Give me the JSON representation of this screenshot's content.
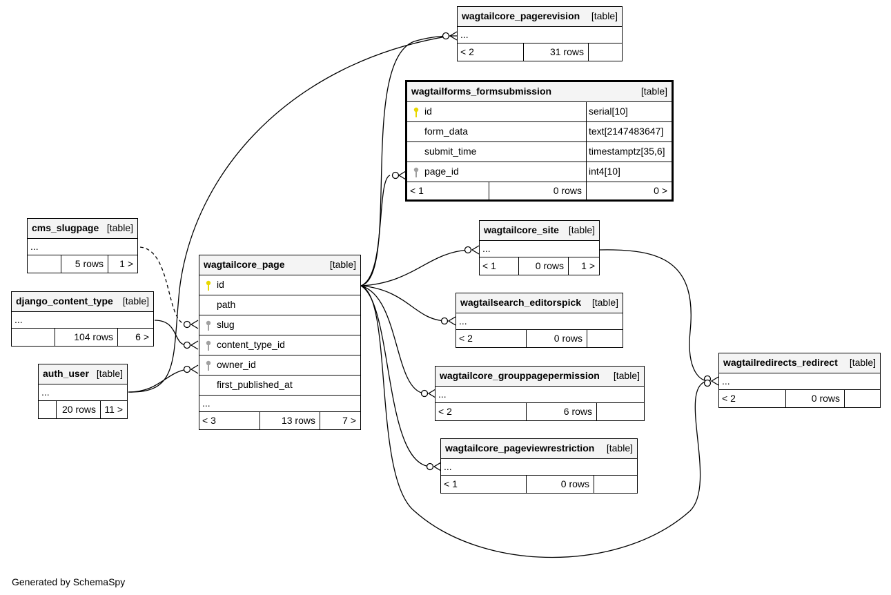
{
  "footer": "Generated by SchemaSpy",
  "tables": {
    "pagerevision": {
      "name": "wagtailcore_pagerevision",
      "kind": "[table]",
      "ellipsis": "...",
      "stats": [
        "< 2",
        "31 rows",
        ""
      ]
    },
    "formsubmission": {
      "name": "wagtailforms_formsubmission",
      "kind": "[table]",
      "columns": [
        {
          "name": "id",
          "type": "serial[10]",
          "key": "primary"
        },
        {
          "name": "form_data",
          "type": "text[2147483647]",
          "key": ""
        },
        {
          "name": "submit_time",
          "type": "timestamptz[35,6]",
          "key": ""
        },
        {
          "name": "page_id",
          "type": "int4[10]",
          "key": "foreign"
        }
      ],
      "stats": [
        "< 1",
        "0 rows",
        "0 >"
      ]
    },
    "slugpage": {
      "name": "cms_slugpage",
      "kind": "[table]",
      "ellipsis": "...",
      "stats": [
        "",
        "5 rows",
        "1 >"
      ]
    },
    "content_type": {
      "name": "django_content_type",
      "kind": "[table]",
      "ellipsis": "...",
      "stats": [
        "",
        "104 rows",
        "6 >"
      ]
    },
    "auth_user": {
      "name": "auth_user",
      "kind": "[table]",
      "ellipsis": "...",
      "stats": [
        "",
        "20 rows",
        "11 >"
      ]
    },
    "page": {
      "name": "wagtailcore_page",
      "kind": "[table]",
      "columns": [
        {
          "name": "id",
          "key": "primary"
        },
        {
          "name": "path",
          "key": ""
        },
        {
          "name": "slug",
          "key": "foreign"
        },
        {
          "name": "content_type_id",
          "key": "foreign"
        },
        {
          "name": "owner_id",
          "key": "foreign"
        },
        {
          "name": "first_published_at",
          "key": ""
        }
      ],
      "ellipsis": "...",
      "stats": [
        "< 3",
        "13 rows",
        "7 >"
      ]
    },
    "site": {
      "name": "wagtailcore_site",
      "kind": "[table]",
      "ellipsis": "...",
      "stats": [
        "< 1",
        "0 rows",
        "1 >"
      ]
    },
    "editorspick": {
      "name": "wagtailsearch_editorspick",
      "kind": "[table]",
      "ellipsis": "...",
      "stats": [
        "< 2",
        "0 rows",
        ""
      ]
    },
    "grouppagepermission": {
      "name": "wagtailcore_grouppagepermission",
      "kind": "[table]",
      "ellipsis": "...",
      "stats": [
        "< 2",
        "6 rows",
        ""
      ]
    },
    "pageviewrestriction": {
      "name": "wagtailcore_pageviewrestriction",
      "kind": "[table]",
      "ellipsis": "...",
      "stats": [
        "< 1",
        "0 rows",
        ""
      ]
    },
    "redirect": {
      "name": "wagtailredirects_redirect",
      "kind": "[table]",
      "ellipsis": "...",
      "stats": [
        "< 2",
        "0 rows",
        ""
      ]
    }
  },
  "colors": {
    "primary_key": "#e8d800",
    "foreign_key": "#a0a0a0",
    "header_bg": "#f4f4f4"
  }
}
